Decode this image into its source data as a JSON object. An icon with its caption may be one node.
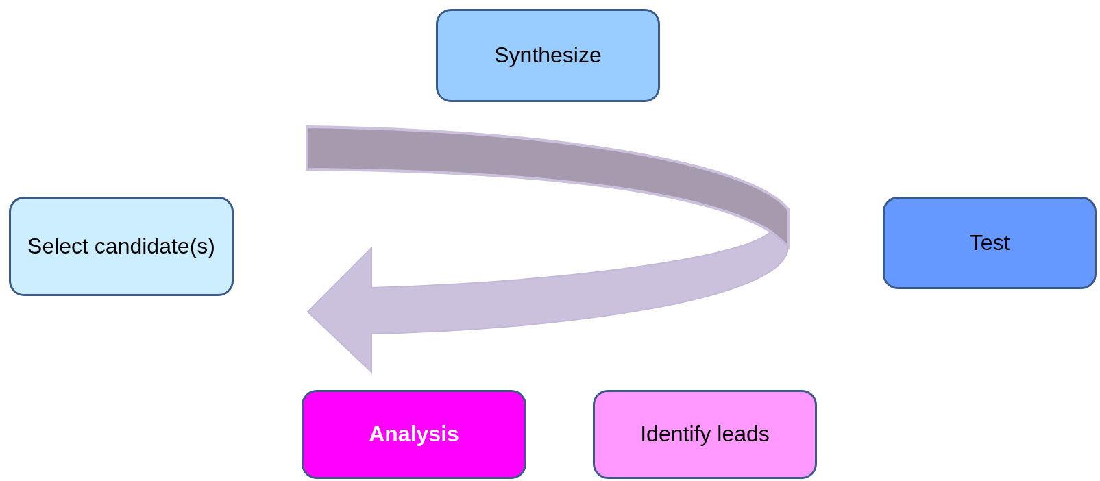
{
  "diagram": {
    "nodes": [
      {
        "text": [
          "Synthesize"
        ]
      },
      {
        "text": [
          "Select candidate(s)"
        ]
      },
      {
        "text": [
          "Test"
        ]
      },
      {
        "text": [
          "Analysis"
        ]
      },
      {
        "text": [
          "Identify leads"
        ]
      }
    ]
  }
}
